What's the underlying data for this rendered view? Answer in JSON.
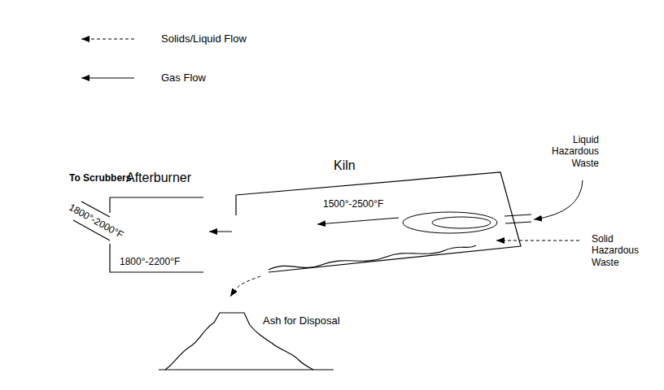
{
  "diagram": {
    "nodes": [
      {
        "text": [
          "Afterburner",
          "1800°-2200°F"
        ]
      },
      {
        "text": [
          "Kiln",
          "1500°-2500°F"
        ]
      },
      {
        "text": [
          "Ash for Disposal"
        ]
      }
    ],
    "edges": [
      {
        "from": 1,
        "to": 0,
        "arrow": "to"
      },
      {
        "from": 1,
        "to": 2,
        "arrow": "to"
      }
    ],
    "labels": [
      "To Scrubbers",
      "1800°-2000°F",
      "Liquid Hazardous Waste",
      "Solid Hazardous Waste"
    ],
    "legend": [
      {
        "text": "Solids/Liquid Flow"
      },
      {
        "text": "Gas Flow"
      }
    ]
  }
}
